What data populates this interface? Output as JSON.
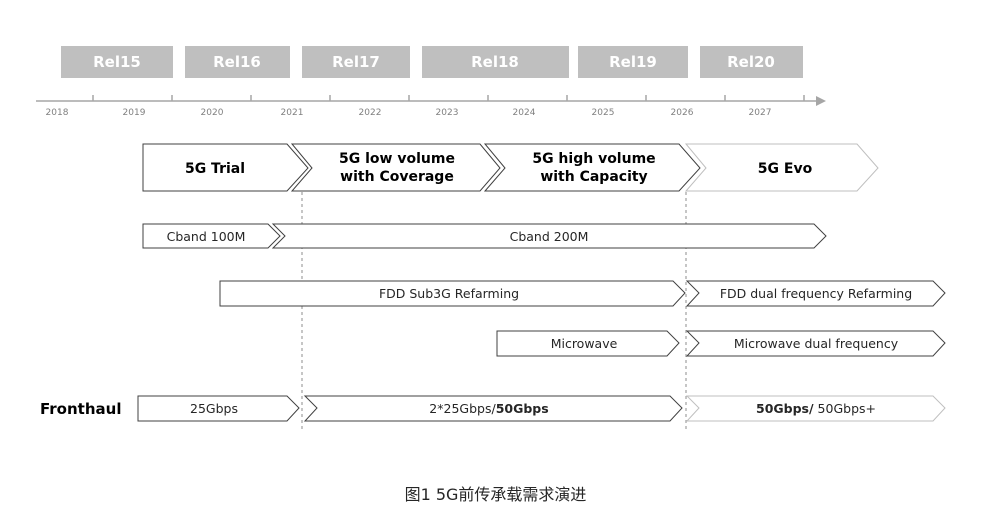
{
  "releases": [
    "Rel15",
    "Rel16",
    "Rel17",
    "Rel18",
    "Rel19",
    "Rel20"
  ],
  "years": [
    "2018",
    "2019",
    "2020",
    "2021",
    "2022",
    "2023",
    "2024",
    "2025",
    "2026",
    "2027"
  ],
  "phases": [
    {
      "lines": [
        "5G Trial"
      ]
    },
    {
      "lines": [
        "5G low volume",
        "with Coverage"
      ]
    },
    {
      "lines": [
        "5G high volume",
        "with Capacity"
      ]
    },
    {
      "lines": [
        "5G Evo"
      ]
    }
  ],
  "spectrum": {
    "cband_100": "Cband 100M",
    "cband_200": "Cband 200M",
    "fdd_sub3g": "FDD Sub3G Refarming",
    "fdd_dual": "FDD dual frequency Refarming",
    "microwave": "Microwave",
    "microwave_dual": "Microwave dual frequency"
  },
  "fronthaul": {
    "label": "Fronthaul",
    "stage1": "25Gbps",
    "stage2_prefix": "2*25Gbps/",
    "stage2_bold": "50Gbps",
    "stage3_bold": "50Gbps/",
    "stage3_suffix": " 50Gbps+"
  },
  "caption": "图1 5G前传承载需求演进"
}
